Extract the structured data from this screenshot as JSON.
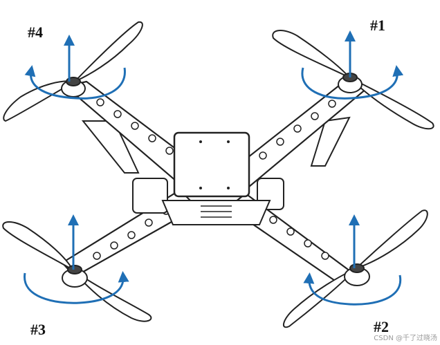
{
  "motors": [
    {
      "id": "motor-4",
      "label": "#4"
    },
    {
      "id": "motor-1",
      "label": "#1"
    },
    {
      "id": "motor-3",
      "label": "#3"
    },
    {
      "id": "motor-2",
      "label": "#2"
    }
  ],
  "watermark": "CSDN @千了过晓汤",
  "colors": {
    "arrow": "#1f6fb5",
    "outline": "#222222",
    "fill": "#ffffff"
  }
}
